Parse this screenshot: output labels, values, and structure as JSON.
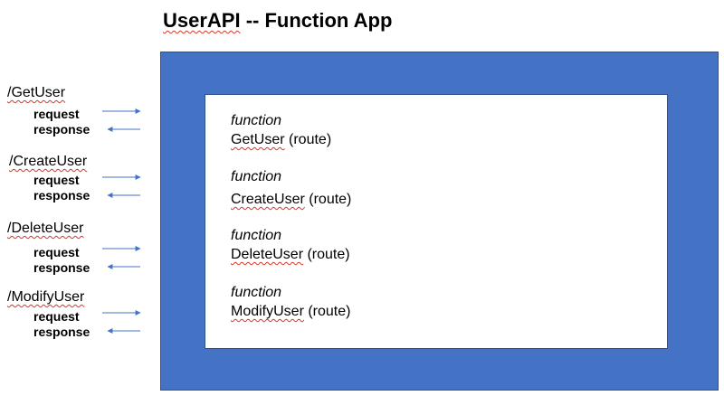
{
  "title": {
    "app_name": "UserAPI",
    "suffix": " -- Function App"
  },
  "endpoints": [
    {
      "route": "/GetUser",
      "request": "request",
      "response": "response"
    },
    {
      "route": "/CreateUser",
      "request": "request",
      "response": "response"
    },
    {
      "route": "/DeleteUser",
      "request": "request",
      "response": "response"
    },
    {
      "route": "/ModifyUser",
      "request": "request",
      "response": "response"
    }
  ],
  "functions": [
    {
      "keyword": "function",
      "name": "GetUser",
      "suffix": " (route)"
    },
    {
      "keyword": "function",
      "name": "CreateUser",
      "suffix": " (route)"
    },
    {
      "keyword": "function",
      "name": "DeleteUser",
      "suffix": " (route)"
    },
    {
      "keyword": "function",
      "name": "ModifyUser",
      "suffix": " (route)"
    }
  ],
  "colors": {
    "app_box": "#4472c4",
    "arrow": "#4472c4",
    "spellcheck_underline": "#d9342b"
  }
}
